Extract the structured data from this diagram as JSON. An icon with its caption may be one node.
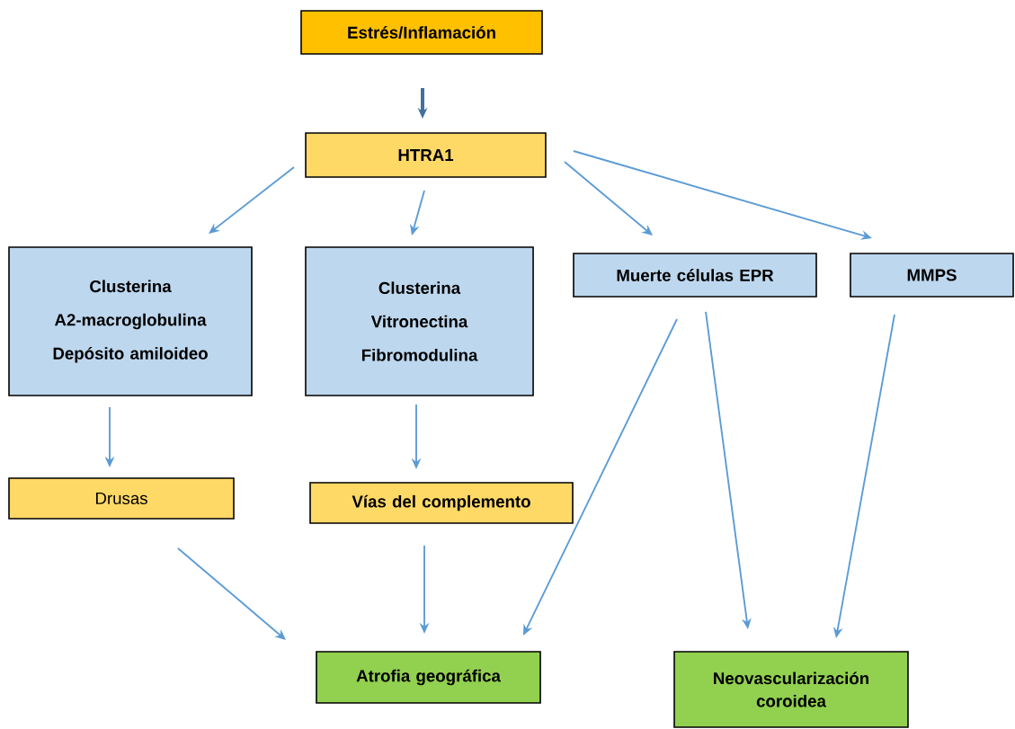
{
  "diagram": {
    "nodes": [
      {
        "text": [
          "Estrés/Inflamación"
        ]
      },
      {
        "text": [
          "HTRA1"
        ]
      },
      {
        "text": [
          "Clusterina",
          "A2-macroglobulina",
          "Depósito amiloideo"
        ]
      },
      {
        "text": [
          "Clusterina",
          "Vitronectina",
          "Fibromodulina"
        ]
      },
      {
        "text": [
          "Muerte células EPR"
        ]
      },
      {
        "text": [
          "MMPS"
        ]
      },
      {
        "text": [
          "Drusas"
        ]
      },
      {
        "text": [
          "Vías del complemento"
        ]
      },
      {
        "text": [
          "Atrofia geográfica"
        ]
      },
      {
        "text": [
          "Neovascularización coroidea"
        ]
      }
    ],
    "edges": [
      {
        "from": 0,
        "to": 1,
        "arrow": "to",
        "style": "thick",
        "color": "#41719c"
      },
      {
        "from": 1,
        "to": 2,
        "arrow": "to"
      },
      {
        "from": 1,
        "to": 3,
        "arrow": "to"
      },
      {
        "from": 1,
        "to": 4,
        "arrow": "to"
      },
      {
        "from": 1,
        "to": 5,
        "arrow": "to"
      },
      {
        "from": 2,
        "to": 6,
        "arrow": "to"
      },
      {
        "from": 3,
        "to": 7,
        "arrow": "to"
      },
      {
        "from": 6,
        "to": 8,
        "arrow": "to"
      },
      {
        "from": 7,
        "to": 8,
        "arrow": "to"
      },
      {
        "from": 4,
        "to": 8,
        "arrow": "to"
      },
      {
        "from": 4,
        "to": 9,
        "arrow": "to"
      },
      {
        "from": 5,
        "to": 9,
        "arrow": "to"
      }
    ]
  }
}
